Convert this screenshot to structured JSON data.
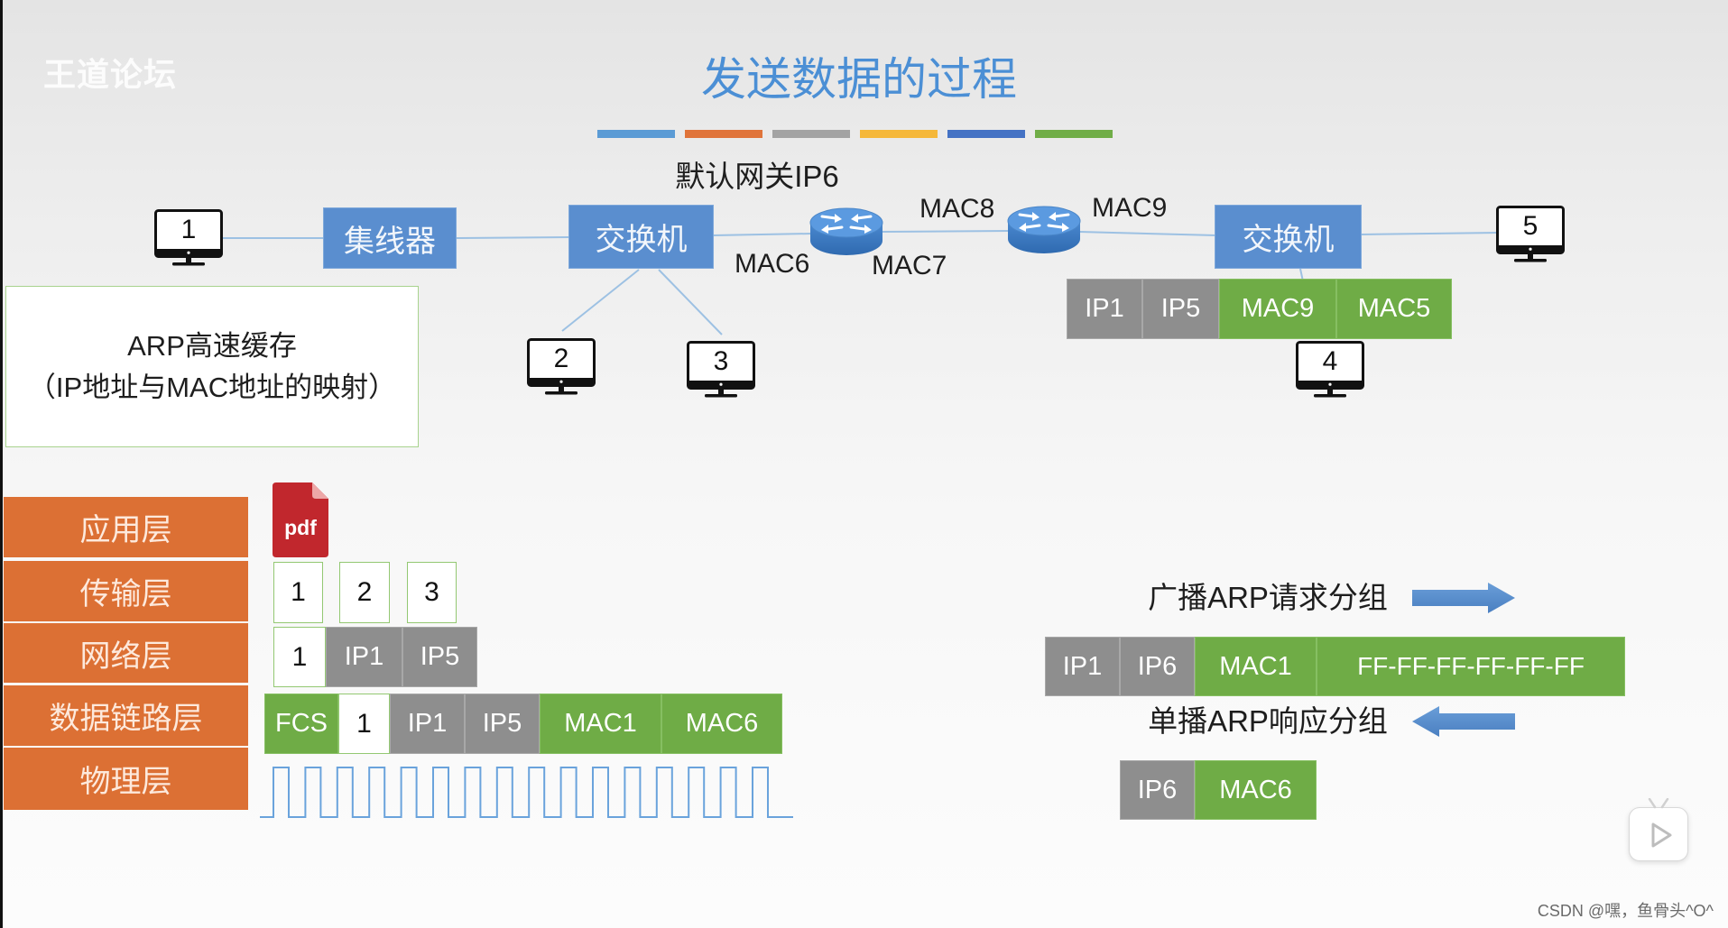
{
  "watermark": "王道论坛",
  "title": "发送数据的过程",
  "colors": {
    "title": "#4b8fd5",
    "device_blue": "#5a8ecf",
    "layer_orange": "#dc7034",
    "cell_gray": "#8e8e8e",
    "cell_green": "#6fac46",
    "cell_border_green": "#93c872",
    "link_line": "#9dc1e3",
    "accent_bar": [
      "#5b9bd5",
      "#e0743a",
      "#a3a3a3",
      "#f5b83a",
      "#4472c4",
      "#70ad47"
    ]
  },
  "icons": {
    "host": "monitor-icon",
    "router": "router-icon",
    "application_data": "pdf-file-icon",
    "arp_request_direction": "arrow-right-icon",
    "arp_reply_direction": "arrow-left-icon",
    "player": "play-button-icon"
  },
  "network": {
    "gateway_label": "默认网关IP6",
    "hosts": [
      "1",
      "2",
      "3",
      "4",
      "5"
    ],
    "hub_label": "集线器",
    "switch_left_label": "交换机",
    "switch_right_label": "交换机",
    "mac_labels": {
      "mac6": "MAC6",
      "mac7": "MAC7",
      "mac8": "MAC8",
      "mac9": "MAC9"
    },
    "forward_packet": [
      "IP1",
      "IP5",
      "MAC9",
      "MAC5"
    ]
  },
  "arp_cache": {
    "line1": "ARP高速缓存",
    "line2": "（IP地址与MAC地址的映射）"
  },
  "layers": [
    "应用层",
    "传输层",
    "网络层",
    "数据链路层",
    "物理层"
  ],
  "encapsulation": {
    "app_icon_text": "pdf",
    "transport_segments": [
      "1",
      "2",
      "3"
    ],
    "network_packet": [
      "1",
      "IP1",
      "IP5"
    ],
    "frame": [
      "FCS",
      "1",
      "IP1",
      "IP5",
      "MAC1",
      "MAC6"
    ]
  },
  "arp": {
    "request_label": "广播ARP请求分组",
    "request_packet": [
      "IP1",
      "IP6",
      "MAC1",
      "FF-FF-FF-FF-FF-FF"
    ],
    "reply_label": "单播ARP响应分组",
    "reply_packet": [
      "IP6",
      "MAC6"
    ]
  },
  "footer": {
    "credit": "CSDN @嘿，鱼骨头^O^"
  }
}
